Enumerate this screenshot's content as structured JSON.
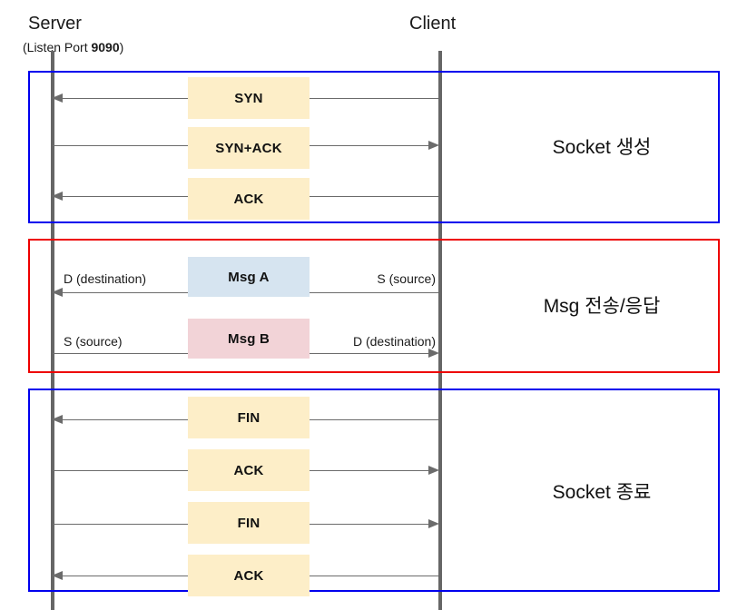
{
  "diagram": {
    "title_server": "Server",
    "server_subtitle_prefix": "(Listen Port ",
    "server_port": "9090",
    "server_subtitle_suffix": ")",
    "title_client": "Client",
    "colors": {
      "lifeline": "#666666",
      "arrow": "#6b6b6b",
      "phase_blue": "#0000ee",
      "phase_red": "#ee0000",
      "msg_cream": "#fdeec8",
      "msg_blue": "#d6e4f0",
      "msg_pink": "#f2d3d7"
    }
  },
  "phases": [
    {
      "id": "socket-create",
      "label": "Socket 생성",
      "border": "blue"
    },
    {
      "id": "msg-exchange",
      "label": "Msg 전송/응답",
      "border": "red"
    },
    {
      "id": "socket-close",
      "label": "Socket 종료",
      "border": "blue"
    }
  ],
  "messages": [
    {
      "id": "syn",
      "label": "SYN",
      "direction": "left",
      "box_color": "cream",
      "left_note": "",
      "right_note": ""
    },
    {
      "id": "syn-ack",
      "label": "SYN+ACK",
      "direction": "right",
      "box_color": "cream",
      "left_note": "",
      "right_note": ""
    },
    {
      "id": "ack-1",
      "label": "ACK",
      "direction": "left",
      "box_color": "cream",
      "left_note": "",
      "right_note": ""
    },
    {
      "id": "msg-a",
      "label": "Msg A",
      "direction": "left",
      "box_color": "blue",
      "left_note": "D (destination)",
      "right_note": "S (source)"
    },
    {
      "id": "msg-b",
      "label": "Msg B",
      "direction": "right",
      "box_color": "pink",
      "left_note": "S (source)",
      "right_note": "D (destination)"
    },
    {
      "id": "fin-1",
      "label": "FIN",
      "direction": "left",
      "box_color": "cream",
      "left_note": "",
      "right_note": ""
    },
    {
      "id": "ack-2",
      "label": "ACK",
      "direction": "right",
      "box_color": "cream",
      "left_note": "",
      "right_note": ""
    },
    {
      "id": "fin-2",
      "label": "FIN",
      "direction": "right",
      "box_color": "cream",
      "left_note": "",
      "right_note": ""
    },
    {
      "id": "ack-3",
      "label": "ACK",
      "direction": "left",
      "box_color": "cream",
      "left_note": "",
      "right_note": ""
    }
  ]
}
